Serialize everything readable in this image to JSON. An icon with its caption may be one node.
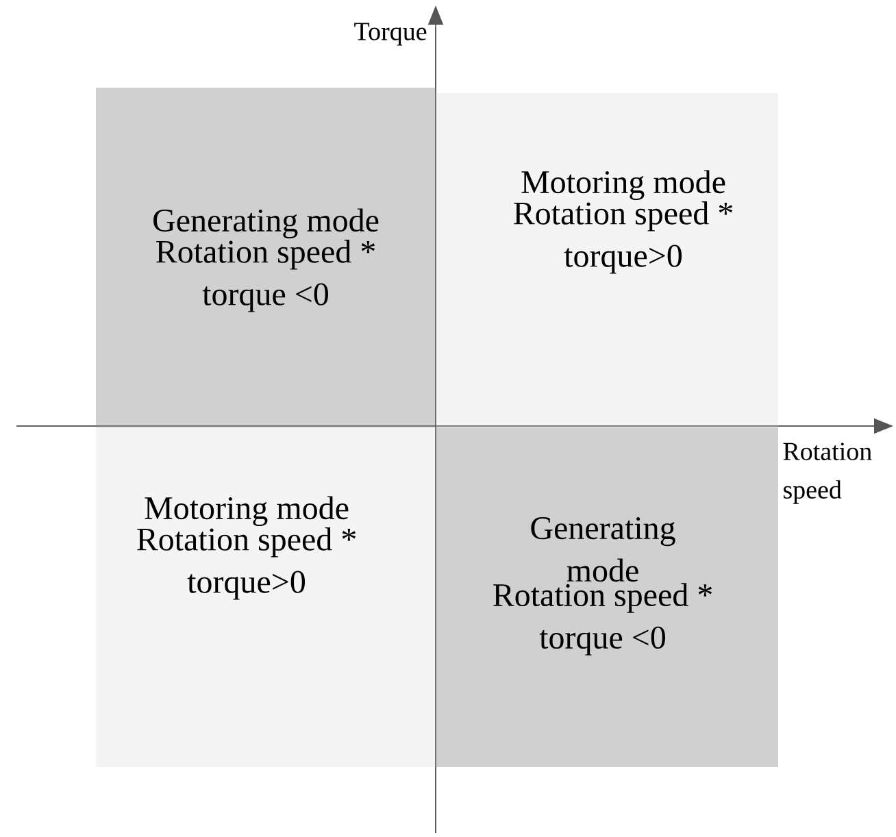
{
  "diagram": {
    "nodes": [
      {
        "text": [
          "Generating mode",
          "Rotation speed * torque <0"
        ]
      },
      {
        "text": [
          "Motoring mode",
          "Rotation speed * torque>0"
        ]
      },
      {
        "text": [
          "Motoring mode",
          "Rotation speed * torque>0"
        ]
      },
      {
        "text": [
          "Generating mode",
          "Rotation speed * torque <0"
        ]
      }
    ],
    "labels": [
      "Torque",
      "Rotation speed"
    ]
  }
}
